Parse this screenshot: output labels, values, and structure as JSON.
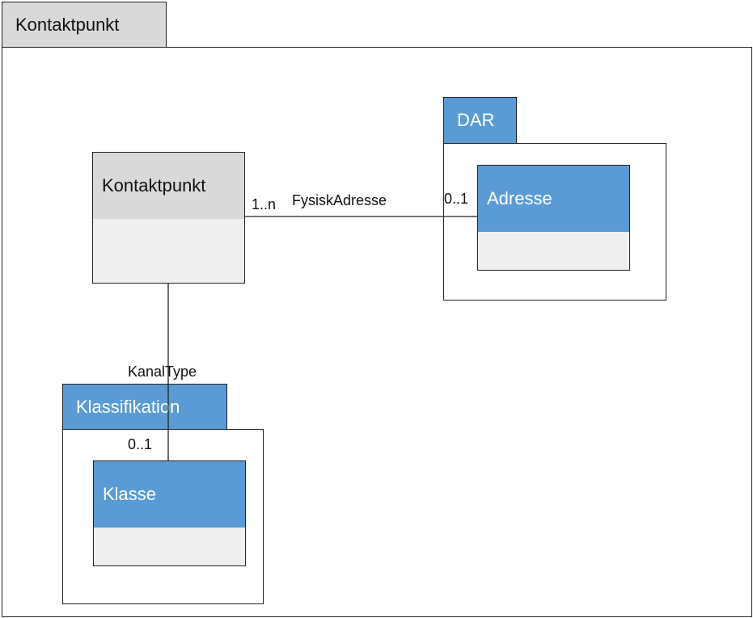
{
  "colors": {
    "gray_head": "#d9d9d9",
    "gray_body": "#efefef",
    "blue": "#5b9bd5",
    "white_text": "#ffffff",
    "dark_text": "#111111",
    "line": "#222222"
  },
  "outer_package": {
    "name": "Kontaktpunkt"
  },
  "dar_package": {
    "name": "DAR"
  },
  "klassifikation_package": {
    "name": "Klassifikation"
  },
  "classes": {
    "kontaktpunkt": {
      "name": "Kontaktpunkt"
    },
    "adresse": {
      "name": "Adresse"
    },
    "klasse": {
      "name": "Klasse"
    }
  },
  "associations": {
    "fysisk_adresse": {
      "name": "FysiskAdresse",
      "source_multiplicity": "1..n",
      "target_multiplicity": "0..1"
    },
    "kanal_type": {
      "name": "KanalType",
      "target_multiplicity": "0..1"
    }
  }
}
